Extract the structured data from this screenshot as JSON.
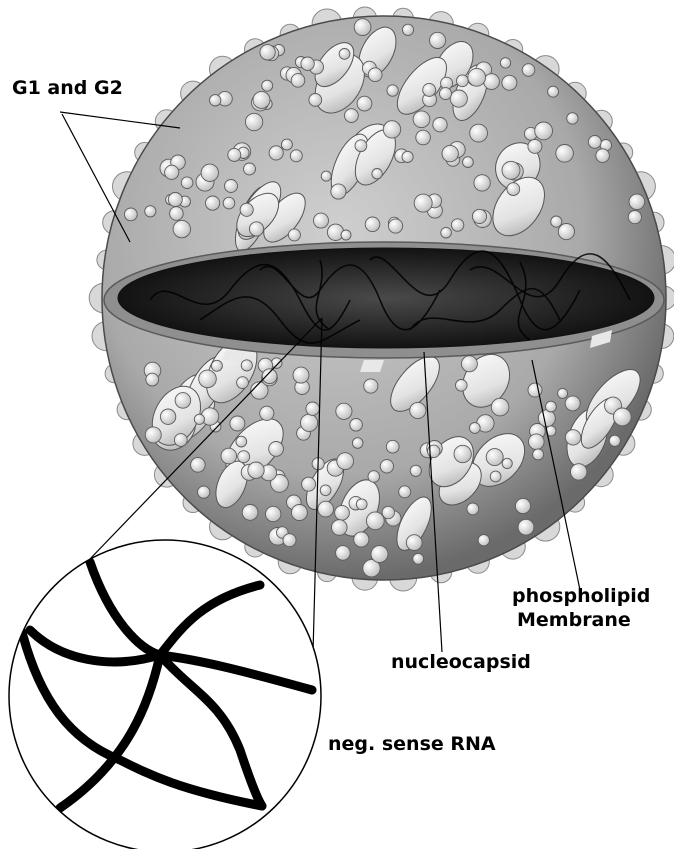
{
  "labels": {
    "glycoproteins": "G1 and G2",
    "membrane_line1": "phospholipid",
    "membrane_line2": "Membrane",
    "nucleocapsid": "nucleocapsid",
    "rna": "neg. sense RNA"
  },
  "colors": {
    "shell_light": "#c4c4c4",
    "shell_dark": "#6a6a6a",
    "bump": "#d6d6d6",
    "ellipse_light": "#f2f2f2",
    "ellipse_dark": "#a8a8a8",
    "core_dark": "#1a1a1a",
    "core_mid": "#3a3a3a",
    "rim": "#8c8c8c",
    "strand": "#000000",
    "outline": "#333333"
  }
}
